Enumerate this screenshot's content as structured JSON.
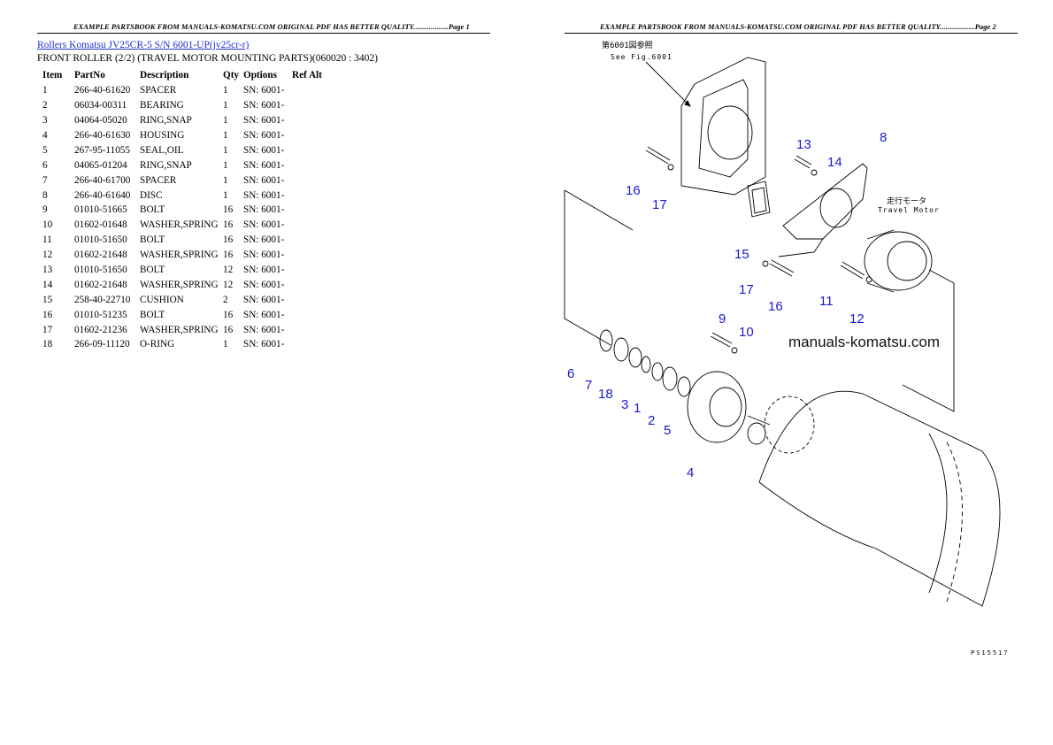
{
  "headers": {
    "page1": "EXAMPLE PARTSBOOK FROM MANUALS-KOMATSU.COM ORIGINAL PDF HAS BETTER QUALITY..................Page 1",
    "page2": "EXAMPLE PARTSBOOK FROM MANUALS-KOMATSU.COM ORIGINAL PDF HAS BETTER QUALITY..................Page 2"
  },
  "title_link": "Rollers Komatsu JV25CR-5 S/N 6001-UP(jv25cr-r)",
  "subtitle": "FRONT ROLLER (2/2) (TRAVEL MOTOR MOUNTING PARTS)(060020 : 3402)",
  "table": {
    "columns": [
      "Item",
      "PartNo",
      "Description",
      "Qty",
      "Options",
      "Ref Alt"
    ],
    "rows": [
      [
        "1",
        "266-40-61620",
        "SPACER",
        "1",
        "SN: 6001-",
        ""
      ],
      [
        "2",
        "06034-00311",
        "BEARING",
        "1",
        "SN: 6001-",
        ""
      ],
      [
        "3",
        "04064-05020",
        "RING,SNAP",
        "1",
        "SN: 6001-",
        ""
      ],
      [
        "4",
        "266-40-61630",
        "HOUSING",
        "1",
        "SN: 6001-",
        ""
      ],
      [
        "5",
        "267-95-11055",
        "SEAL,OIL",
        "1",
        "SN: 6001-",
        ""
      ],
      [
        "6",
        "04065-01204",
        "RING,SNAP",
        "1",
        "SN: 6001-",
        ""
      ],
      [
        "7",
        "266-40-61700",
        "SPACER",
        "1",
        "SN: 6001-",
        ""
      ],
      [
        "8",
        "266-40-61640",
        "DISC",
        "1",
        "SN: 6001-",
        ""
      ],
      [
        "9",
        "01010-51665",
        "BOLT",
        "16",
        "SN: 6001-",
        ""
      ],
      [
        "10",
        "01602-01648",
        "WASHER,SPRING",
        "16",
        "SN: 6001-",
        ""
      ],
      [
        "11",
        "01010-51650",
        "BOLT",
        "16",
        "SN: 6001-",
        ""
      ],
      [
        "12",
        "01602-21648",
        "WASHER,SPRING",
        "16",
        "SN: 6001-",
        ""
      ],
      [
        "13",
        "01010-51650",
        "BOLT",
        "12",
        "SN: 6001-",
        ""
      ],
      [
        "14",
        "01602-21648",
        "WASHER,SPRING",
        "12",
        "SN: 6001-",
        ""
      ],
      [
        "15",
        "258-40-22710",
        "CUSHION",
        "2",
        "SN: 6001-",
        ""
      ],
      [
        "16",
        "01010-51235",
        "BOLT",
        "16",
        "SN: 6001-",
        ""
      ],
      [
        "17",
        "01602-21236",
        "WASHER,SPRING",
        "16",
        "SN: 6001-",
        ""
      ],
      [
        "18",
        "266-09-11120",
        "O-RING",
        "1",
        "SN: 6001-",
        ""
      ]
    ]
  },
  "diagram": {
    "ref_jp": "第6001図参照",
    "ref_en": "See Fig.6001",
    "motor_jp": "走行モータ",
    "motor_en": "Travel Motor",
    "watermark": "manuals-komatsu.com",
    "page_code": "PS15517",
    "callouts": [
      "13",
      "14",
      "8",
      "16",
      "17",
      "15",
      "17",
      "16",
      "11",
      "12",
      "9",
      "10",
      "6",
      "7",
      "18",
      "3",
      "1",
      "2",
      "5",
      "4"
    ]
  }
}
